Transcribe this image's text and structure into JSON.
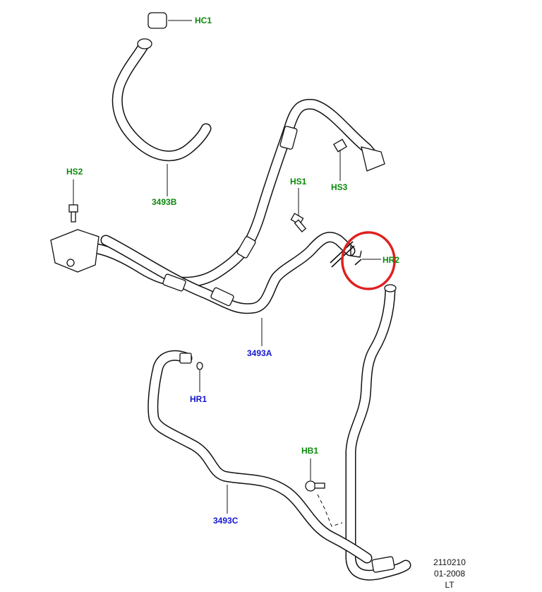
{
  "labels": {
    "hc1": "HC1",
    "b3493": "3493B",
    "hs2": "HS2",
    "hs1": "HS1",
    "hs3": "HS3",
    "hr2": "HR2",
    "a3493": "3493A",
    "hr1": "HR1",
    "hb1": "HB1",
    "c3493": "3493C"
  },
  "footer": {
    "ref": "2110210",
    "date": "01-2008",
    "code": "LT"
  },
  "colors": {
    "green_label": "#0a8a0a",
    "blue_label": "#1515d0",
    "highlight_circle": "#e02020"
  }
}
